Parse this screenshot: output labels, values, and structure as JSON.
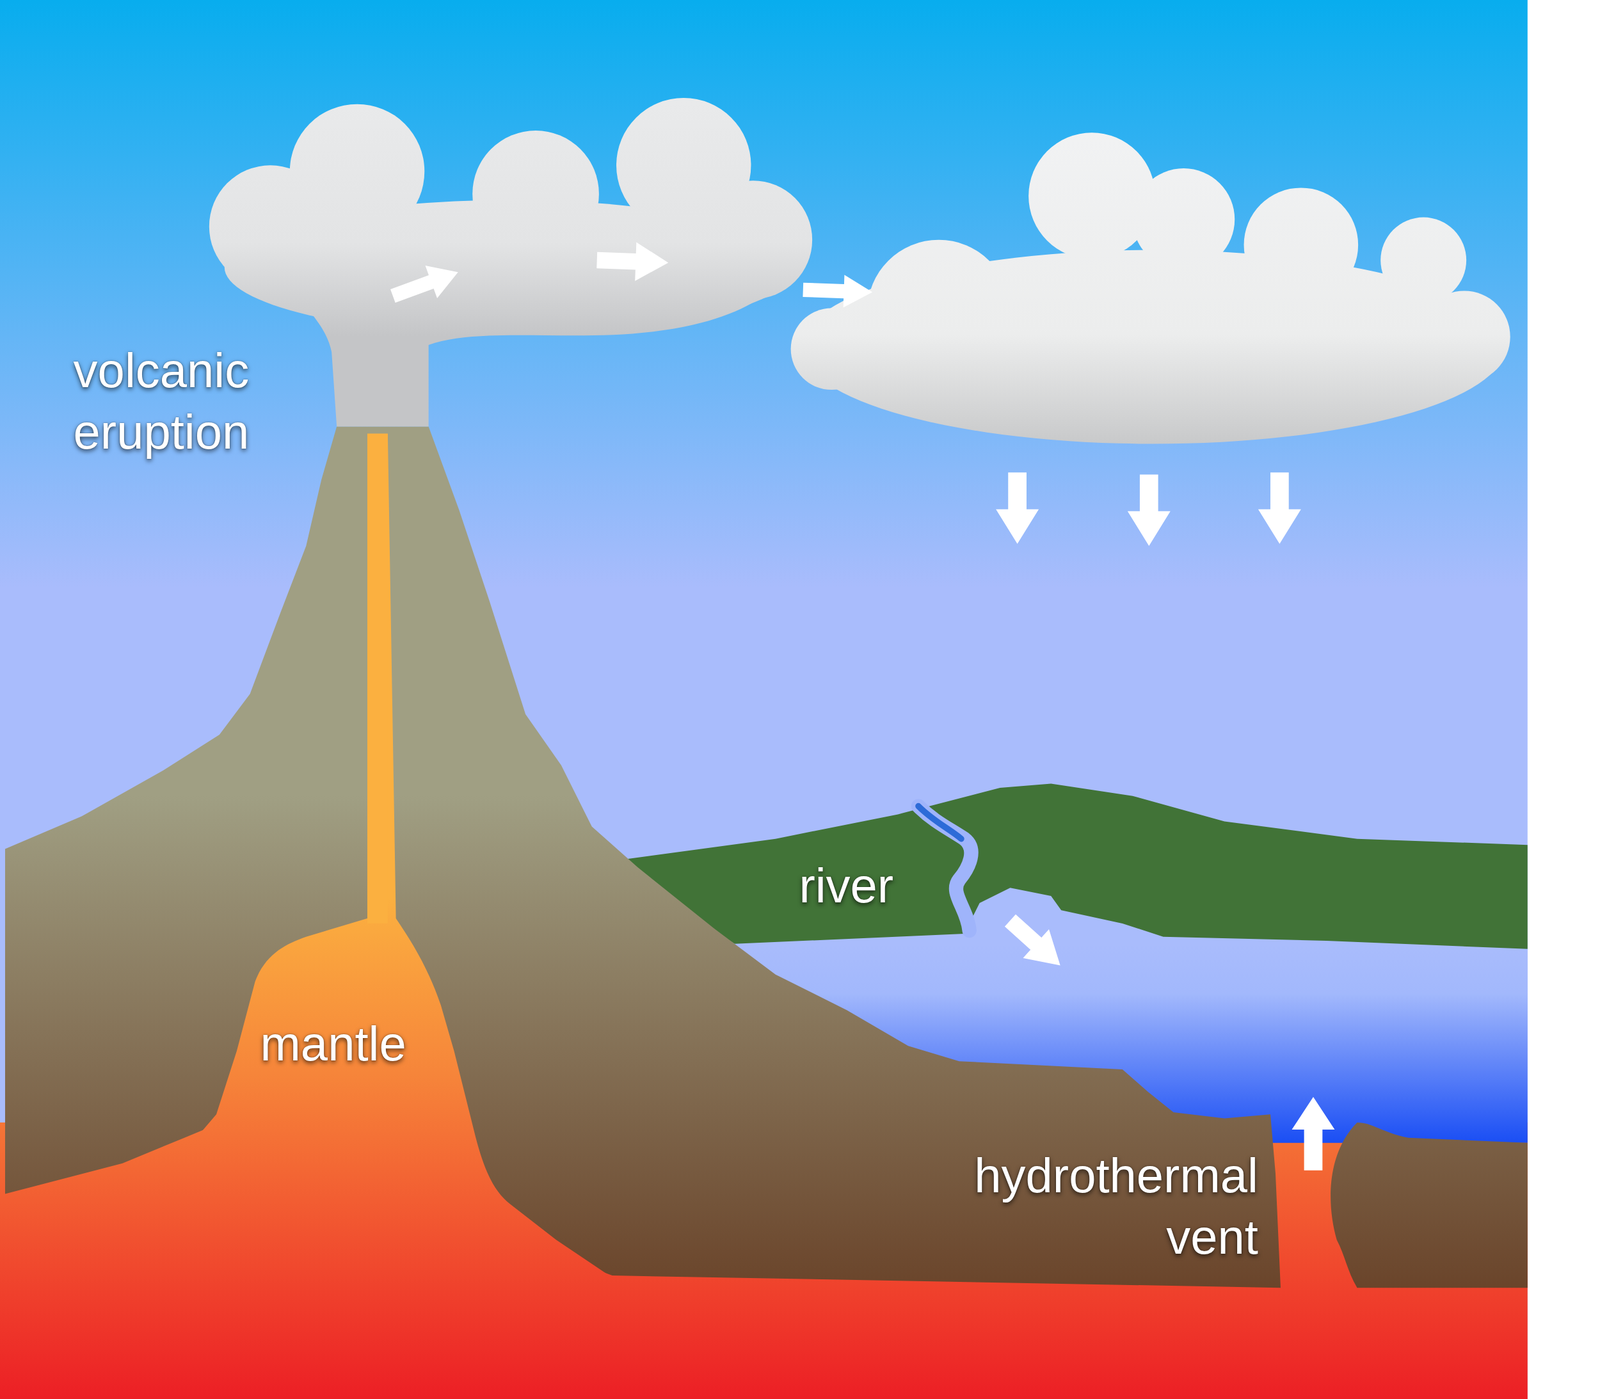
{
  "diagram": {
    "labels": [
      "volcanic eruption",
      "mantle",
      "river",
      "hydrothermal vent"
    ]
  }
}
